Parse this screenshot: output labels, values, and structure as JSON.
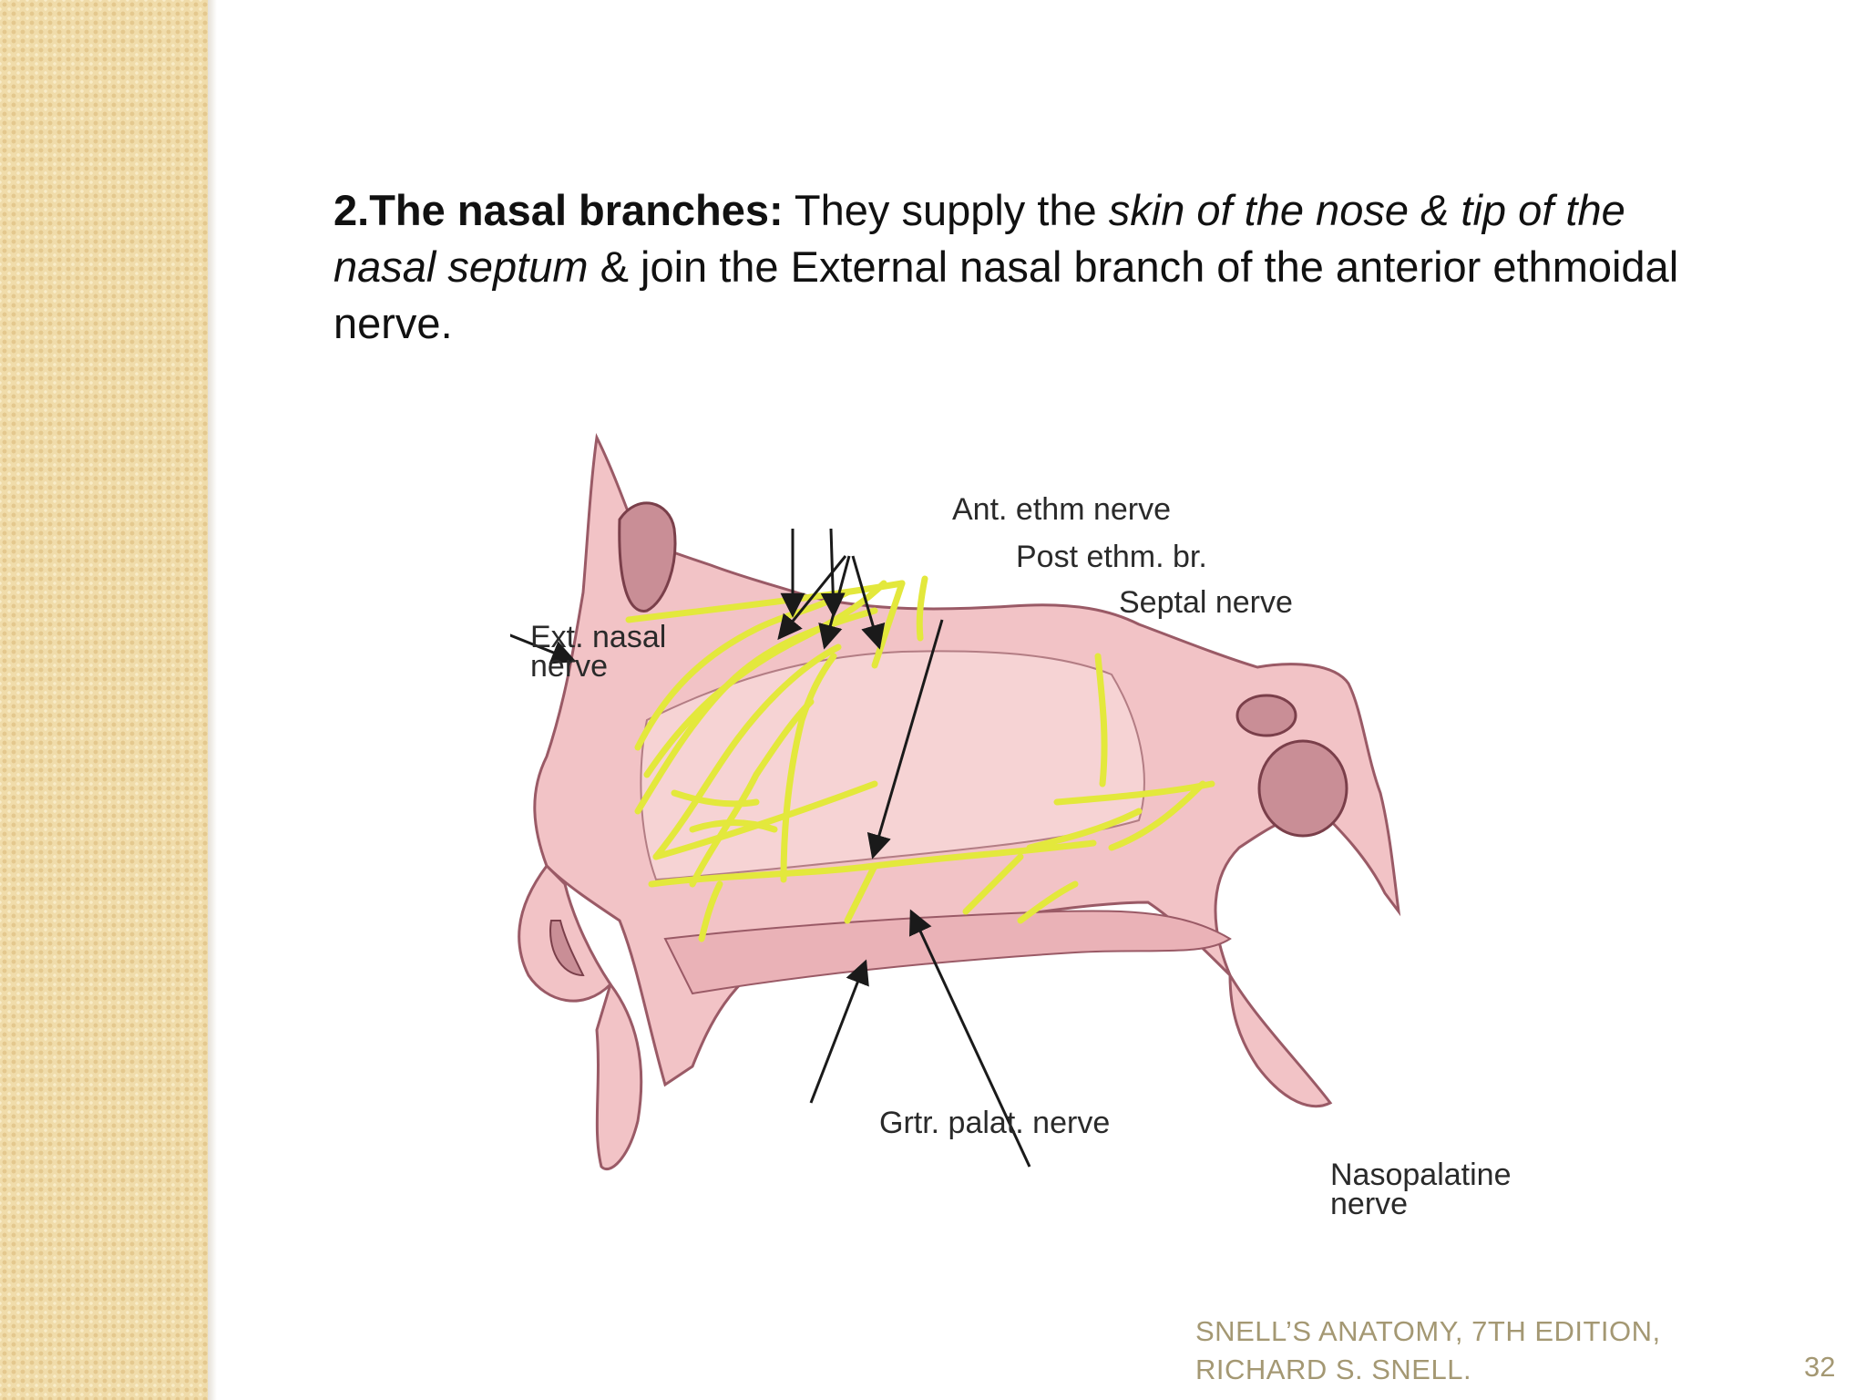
{
  "slide": {
    "paragraph": {
      "lead_bold": "2.The nasal branches:",
      "text_1": " They supply the ",
      "italic_1": "skin of the nose &  tip of the nasal septum",
      "text_2": " & join the External nasal branch of the anterior ethmoidal nerve."
    },
    "figure": {
      "labels": {
        "ant_ethm": "Ant. ethm nerve",
        "post_ethm": "Post ethm. br.",
        "septal": "Septal nerve",
        "ext_nasal_line1": "Ext. nasal",
        "ext_nasal_line2": "nerve",
        "grtr_palat": "Grtr. palat. nerve",
        "nasopalatine_line1": "Nasopalatine",
        "nasopalatine_line2": "nerve"
      }
    },
    "credit": {
      "line1": "SNELL’S ANATOMY, 7TH EDITION,",
      "line2": "RICHARD S. SNELL."
    },
    "page_number": "32"
  },
  "colors": {
    "side_strip": "#f0dcaa",
    "tissue_pink": "#f2c3c6",
    "nerve_yellow": "#e3e83c",
    "credit_text": "#a49873"
  }
}
